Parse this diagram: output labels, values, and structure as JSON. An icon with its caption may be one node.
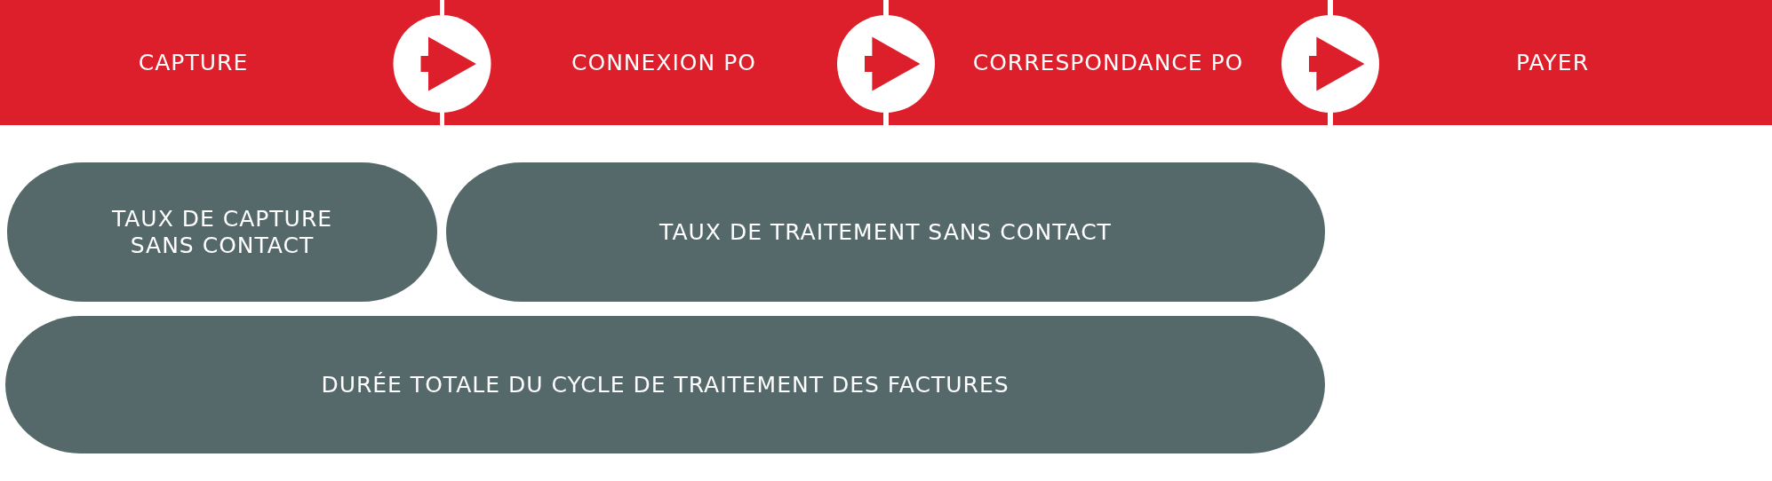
{
  "diagram": {
    "nodes": [
      {
        "text": [
          "CAPTURE"
        ]
      },
      {
        "text": [
          "CONNEXION PO"
        ]
      },
      {
        "text": [
          "CORRESPONDANCE PO"
        ]
      },
      {
        "text": [
          "PAYER"
        ]
      },
      {
        "text": [
          "TAUX DE CAPTURE SANS CONTACT"
        ]
      },
      {
        "text": [
          "TAUX DE TRAITEMENT SANS CONTACT"
        ]
      },
      {
        "text": [
          "DURÉE TOTALE DU CYCLE DE TRAITEMENT DES FACTURES"
        ]
      }
    ],
    "edges": [
      {
        "from": 0,
        "to": 1,
        "arrow": "to"
      },
      {
        "from": 1,
        "to": 2,
        "arrow": "to"
      },
      {
        "from": 2,
        "to": 3,
        "arrow": "to"
      }
    ]
  }
}
